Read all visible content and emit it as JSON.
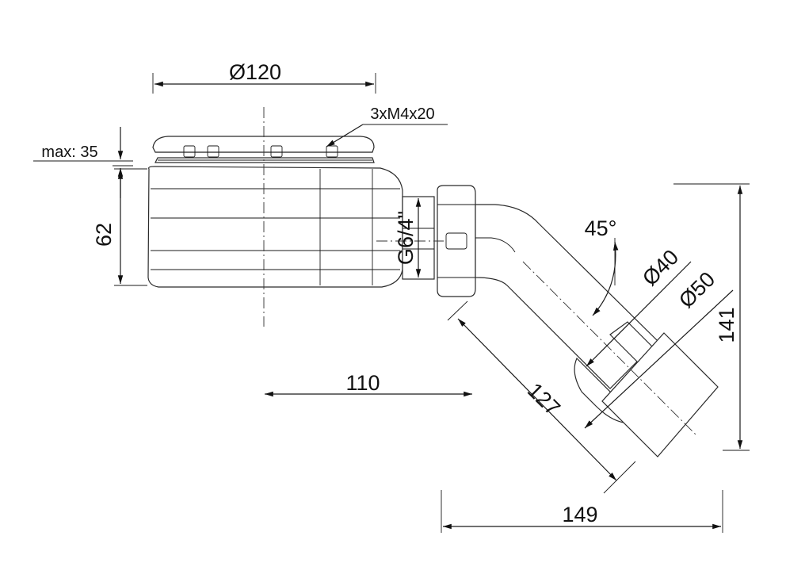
{
  "dimensions": {
    "d120": "Ø120",
    "screws": "3xM4x20",
    "max35": "max: 35",
    "h62": "62",
    "thread": "G6/4\"",
    "angle": "45°",
    "d40": "Ø40",
    "d50": "Ø50",
    "h141": "141",
    "l110": "110",
    "l127": "127",
    "w149": "149"
  },
  "colors": {
    "ink": "#1a1a1a",
    "background": "#ffffff"
  }
}
